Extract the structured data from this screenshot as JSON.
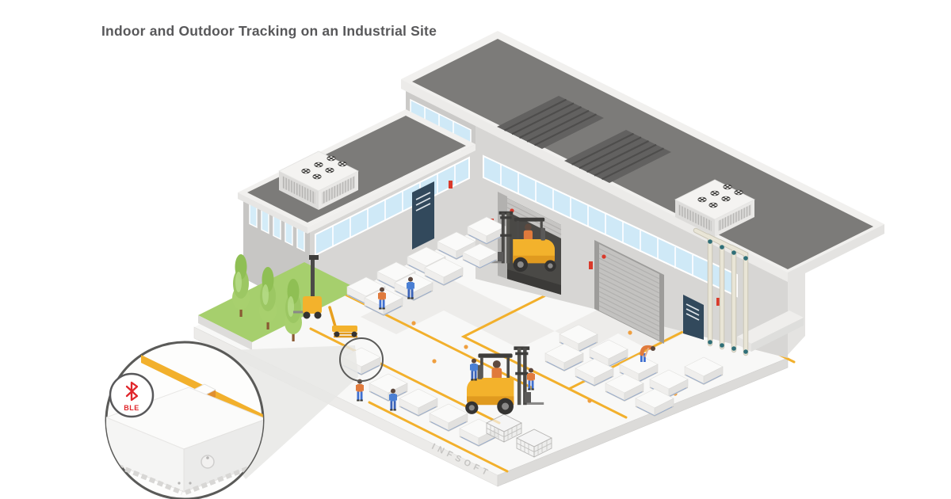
{
  "title": "Indoor and Outdoor Tracking on an Industrial Site",
  "watermark": {
    "text": "INFSOFT"
  },
  "magnifier": {
    "badge_label": "BLE"
  },
  "palette": {
    "accent_yellow": "#F2B02C",
    "forklift_yellow": "#F3B22C",
    "roof_gray": "#7C7B79",
    "wall_light": "#D7D6D4",
    "wall_shade": "#C7C6C4",
    "fascia_white": "#F1F0EE",
    "window_blue": "#CFE9F7",
    "lawn_green": "#A6CF6D",
    "ble_red": "#E0262B",
    "navy_door": "#32495C",
    "outline_gray": "#58585A",
    "floor_white": "#F8F8F7",
    "worker_blue": "#4A7FD4",
    "vest_orange": "#E07A3C"
  },
  "scene": {
    "buildings": 2,
    "forklifts": 3,
    "workers": 7,
    "trees": 3,
    "hvac_units": 2,
    "roller_doors": 2
  }
}
